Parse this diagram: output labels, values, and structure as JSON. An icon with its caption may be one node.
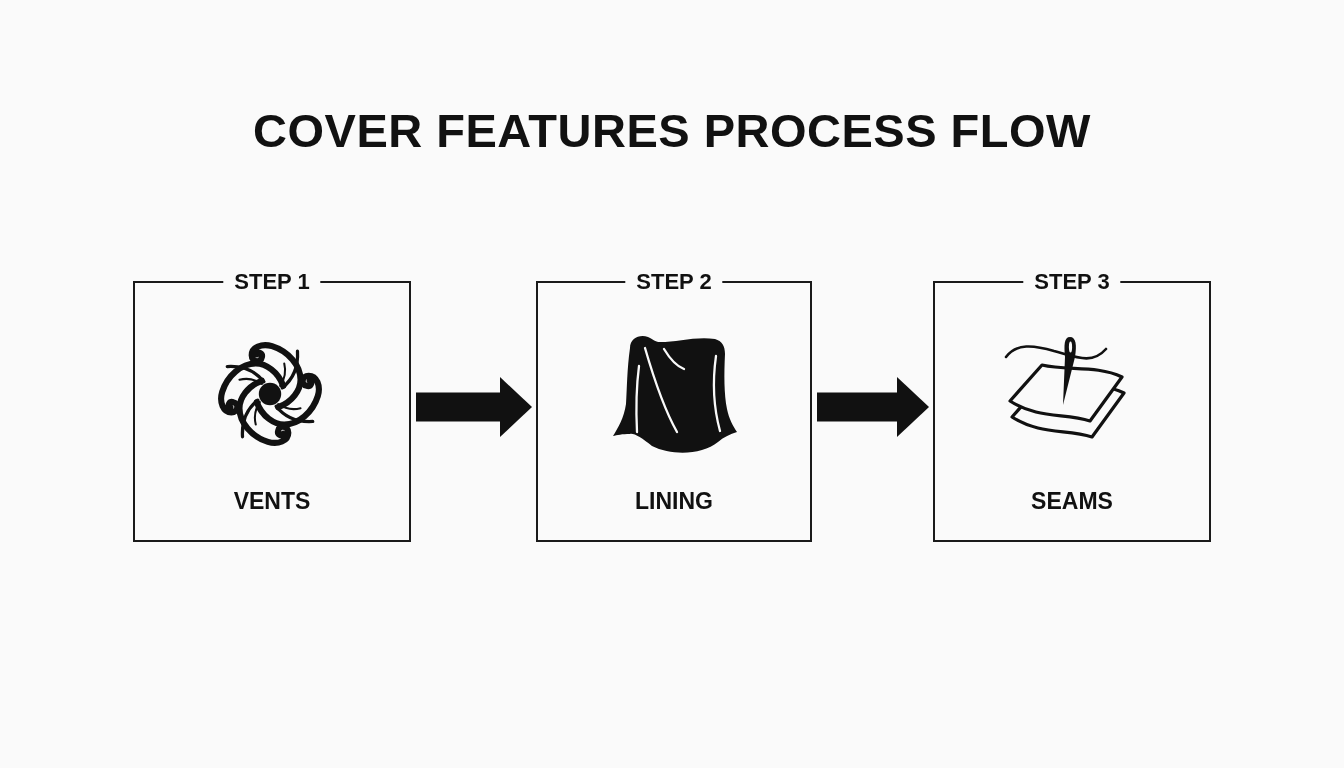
{
  "diagram": {
    "title": "COVER FEATURES PROCESS FLOW",
    "nodes": [
      {
        "text": [
          "STEP 1",
          "VENTS"
        ]
      },
      {
        "text": [
          "STEP 2",
          "LINING"
        ]
      },
      {
        "text": [
          "STEP 3",
          "SEAMS"
        ]
      }
    ],
    "edges": [
      {
        "from": 0,
        "to": 1,
        "arrow": "to"
      },
      {
        "from": 1,
        "to": 2,
        "arrow": "to"
      }
    ]
  }
}
